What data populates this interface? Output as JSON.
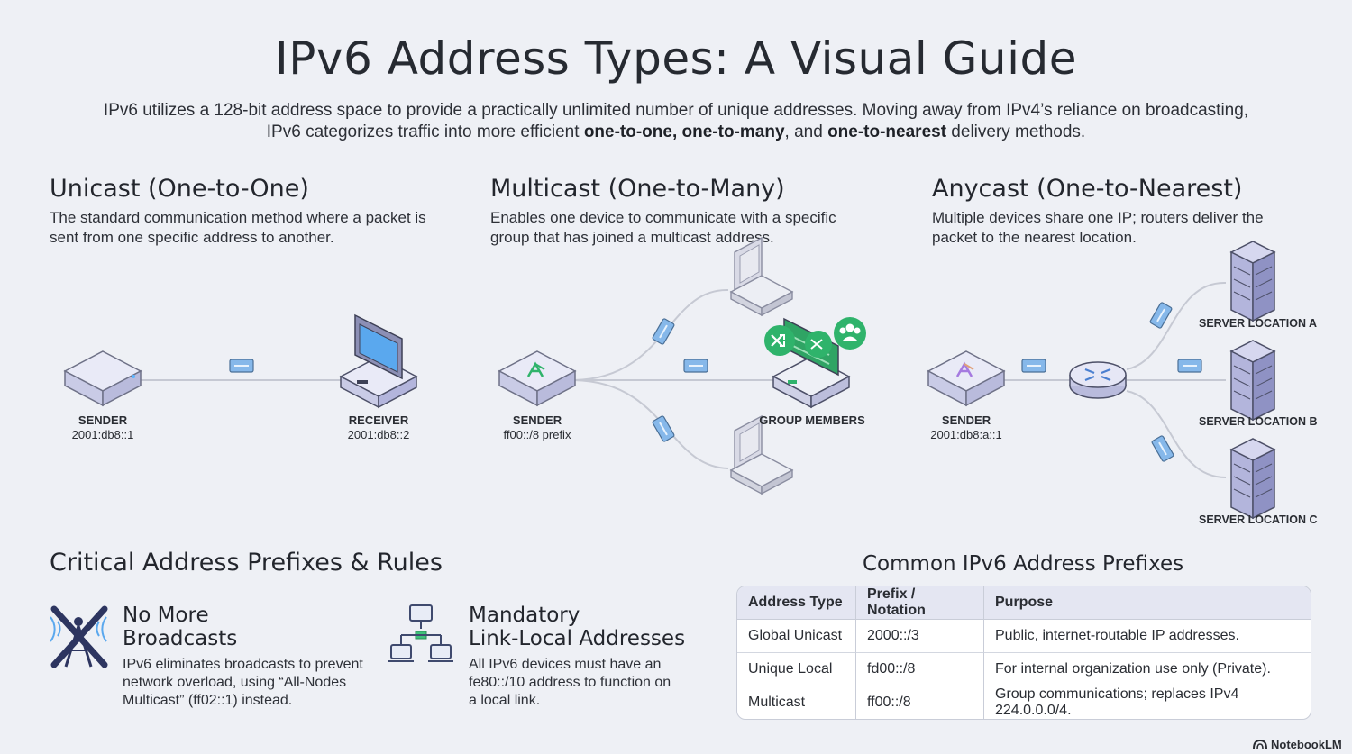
{
  "title": "IPv6 Address Types: A Visual Guide",
  "intro": {
    "lead": "IPv6 utilizes a 128-bit address space to provide a practically unlimited number of unique addresses. Moving away from IPv4’s reliance on broadcasting, IPv6 categorizes traffic into more efficient ",
    "b1": "one-to-one, one-to-many",
    "mid": ", and ",
    "b2": "one-to-nearest",
    "tail": " delivery methods."
  },
  "unicast": {
    "title": "Unicast (One-to-One)",
    "desc": "The standard communication method where a packet is sent from one specific address to another.",
    "sender": {
      "label": "SENDER",
      "address": "2001:db8::1"
    },
    "receiver": {
      "label": "RECEIVER",
      "address": "2001:db8::2"
    }
  },
  "multicast": {
    "title": "Multicast (One-to-Many)",
    "desc": "Enables one device to communicate with a specific group that has joined a multicast address.",
    "sender": {
      "label": "SENDER",
      "address": "ff00::/8 prefix"
    },
    "group_label": "GROUP MEMBERS"
  },
  "anycast": {
    "title": "Anycast (One-to-Nearest)",
    "desc": "Multiple devices share one IP; routers deliver the packet to the nearest location.",
    "sender": {
      "label": "SENDER",
      "address": "2001:db8:a::1"
    },
    "servers": [
      "SERVER LOCATION A",
      "SERVER LOCATION B",
      "SERVER LOCATION C"
    ]
  },
  "rules": {
    "title": "Critical Address Prefixes & Rules",
    "items": [
      {
        "icon": "no-broadcast-antenna-icon",
        "title_line1": "No More",
        "title_line2": "Broadcasts",
        "desc": "IPv6 eliminates broadcasts to prevent network overload, using “All-Nodes Multicast” (ff02::1) instead."
      },
      {
        "icon": "local-network-icon",
        "title_line1": "Mandatory",
        "title_line2": "Link-Local Addresses",
        "desc": "All IPv6 devices must have an fe80::/10 address to function on a local link."
      }
    ]
  },
  "table": {
    "title": "Common IPv6 Address Prefixes",
    "headers": [
      "Address Type",
      "Prefix / Notation",
      "Purpose"
    ],
    "rows": [
      [
        "Global Unicast",
        "2000::/3",
        "Public, internet-routable IP addresses."
      ],
      [
        "Unique Local",
        "fd00::/8",
        "For internal organization use only (Private)."
      ],
      [
        "Multicast",
        "ff00::/8",
        "Group communications; replaces IPv4 224.0.0.0/4."
      ]
    ]
  },
  "brand": "NotebookLM",
  "colors": {
    "background": "#eef0f5",
    "device_body": "#d6d8ef",
    "screen_blue": "#5aa8ee",
    "accent_green": "#2fb36b",
    "anycast_accent": "#a57ae0",
    "packet": "#7fb2e6"
  }
}
